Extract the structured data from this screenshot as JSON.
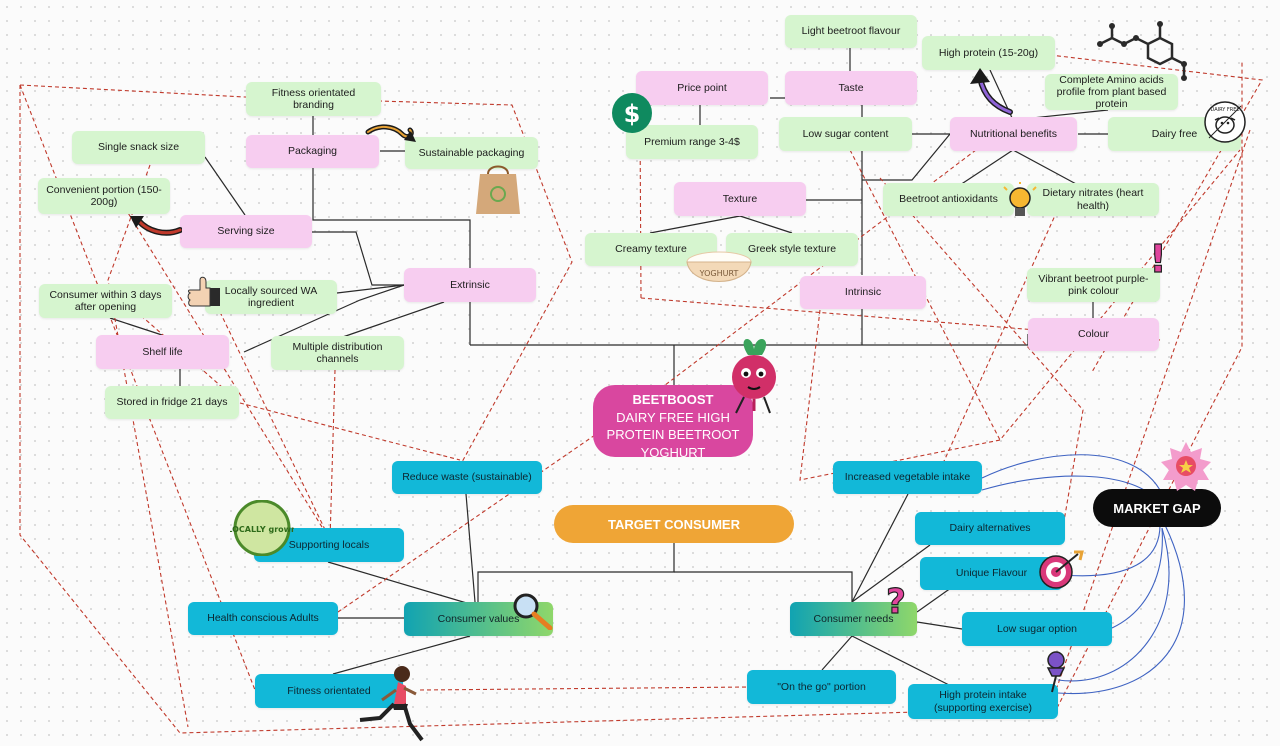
{
  "center": {
    "title": "BEETBOOST",
    "subtitle": "DAIRY FREE HIGH PROTEIN BEETROOT YOGHURT"
  },
  "target_consumer": "TARGET CONSUMER",
  "market_gap": "MARKET GAP",
  "extrinsic": {
    "label": "Extrinsic",
    "packaging": "Packaging",
    "fitness_branding": "Fitness orientated branding",
    "sustainable_packaging": "Sustainable packaging",
    "serving_size": "Serving size",
    "single_snack": "Single snack size",
    "convenient_portion": "Convenient portion (150-200g)",
    "locally_sourced": "Locally sourced WA ingredient",
    "distribution": "Multiple distribution channels",
    "shelf_life": "Shelf life",
    "consume_3_days": "Consumer within 3 days after opening",
    "stored_fridge": "Stored in fridge 21 days"
  },
  "intrinsic": {
    "label": "Intrinsic",
    "price_point": "Price point",
    "premium_range": "Premium range 3-4$",
    "taste": "Taste",
    "light_beetroot": "Light beetroot flavour",
    "low_sugar": "Low sugar content",
    "texture": "Texture",
    "creamy": "Creamy texture",
    "greek": "Greek style texture",
    "nutritional": "Nutritional benefits",
    "high_protein": "High protein (15-20g)",
    "amino": "Complete Amino acids profile from plant based protein",
    "dairy_free": "Dairy free",
    "antioxidants": "Beetroot antioxidants",
    "nitrates": "Dietary nitrates (heart health)",
    "colour": "Colour",
    "vibrant": "Vibrant beetroot purple-pink colour"
  },
  "values": {
    "label": "Consumer values",
    "reduce_waste": "Reduce waste (sustainable)",
    "supporting_locals": "Supporting locals",
    "health_adults": "Health conscious Adults",
    "fitness": "Fitness orientated"
  },
  "needs": {
    "label": "Consumer needs",
    "veg_intake": "Increased vegetable intake",
    "dairy_alt": "Dairy alternatives",
    "unique_flavour": "Unique Flavour",
    "low_sugar_option": "Low sugar option",
    "on_the_go": "\"On the go\" portion",
    "high_protein_intake": "High protein intake (supporting exercise)"
  },
  "icons": {
    "dollar": "$",
    "yoghurt_text": "YOGHURT",
    "dairy_free_badge": "DAIRY FREE",
    "locally_badge": "LOCALLY grown",
    "question": "?",
    "exclaim": "!"
  },
  "colors": {
    "green_node": "#d6f5cf",
    "pink_node": "#f7cdf0",
    "teal_node": "#12b8d8",
    "center": "#d9479f",
    "target": "#efa536",
    "market_gap": "#0c0c0c",
    "dashed_line": "#c0392b",
    "blue_curve": "#3f63c2"
  }
}
